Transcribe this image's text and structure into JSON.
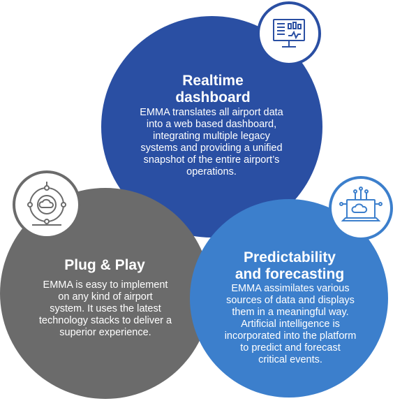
{
  "colors": {
    "dashboard": "#2a4fa3",
    "plug_play": "#6b6b6b",
    "forecasting": "#3c7fcc"
  },
  "sections": {
    "dashboard": {
      "icon": "monitor-dashboard-icon",
      "title": "Realtime\ndashboard",
      "text": "EMMA translates all airport data\ninto a web based dashboard,\nintegrating multiple legacy\nsystems and providing a unified\nsnapshot of the entire airport’s\noperations."
    },
    "plug_play": {
      "icon": "cloud-network-icon",
      "title": "Plug & Play",
      "text": "EMMA is easy to implement\non any kind of airport\nsystem. It uses the latest\ntechnology stacks to deliver a\nsuperior experience."
    },
    "forecasting": {
      "icon": "laptop-cloud-icon",
      "title": "Predictability\nand forecasting",
      "text": "EMMA assimilates various\nsources of data and displays\nthem in a meaningful way.\nArtificial intelligence is\nincorporated into the platform\nto predict and forecast\ncritical events."
    }
  }
}
